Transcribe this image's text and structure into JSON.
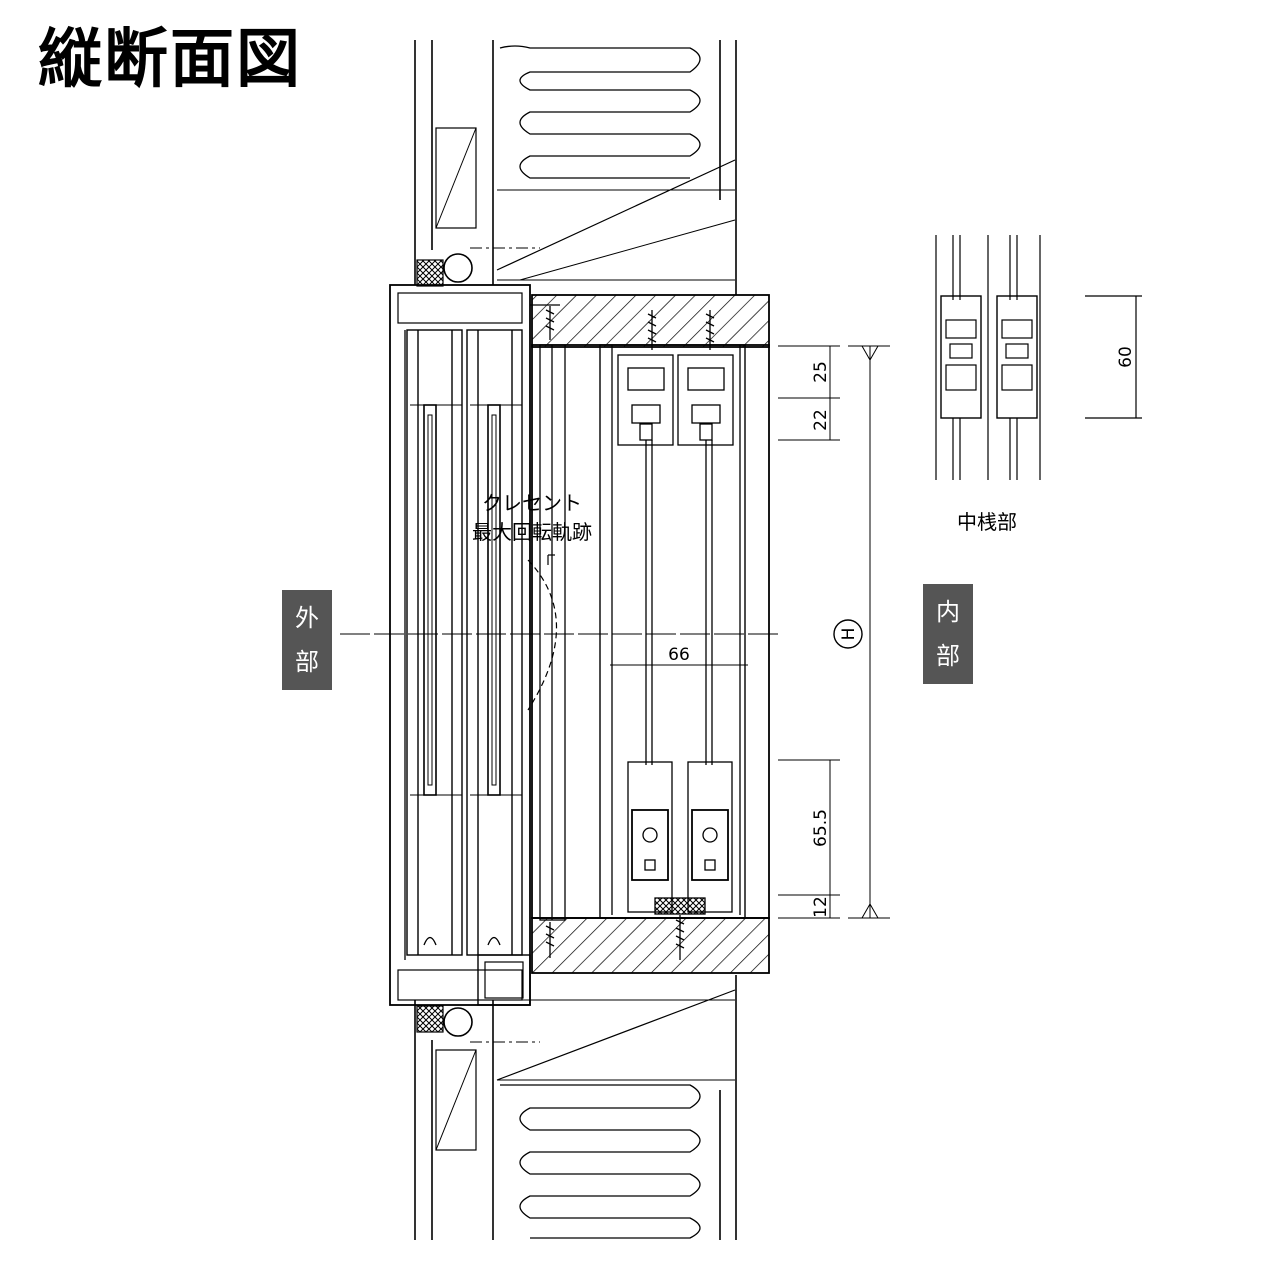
{
  "title": "縦断面図",
  "exterior_label": [
    "外",
    "部"
  ],
  "interior_label": [
    "内",
    "部"
  ],
  "annotation": {
    "line1": "クレセント",
    "line2": "最大回転軌跡"
  },
  "dimensions": {
    "top_a": "25",
    "top_b": "22",
    "bottom_a": "65.5",
    "bottom_b": "12",
    "width": "66",
    "height_symbol": "H",
    "mullion_height": "60"
  },
  "detail_caption": "中桟部",
  "colors": {
    "line": "#000000",
    "label_bg": "#555555"
  }
}
